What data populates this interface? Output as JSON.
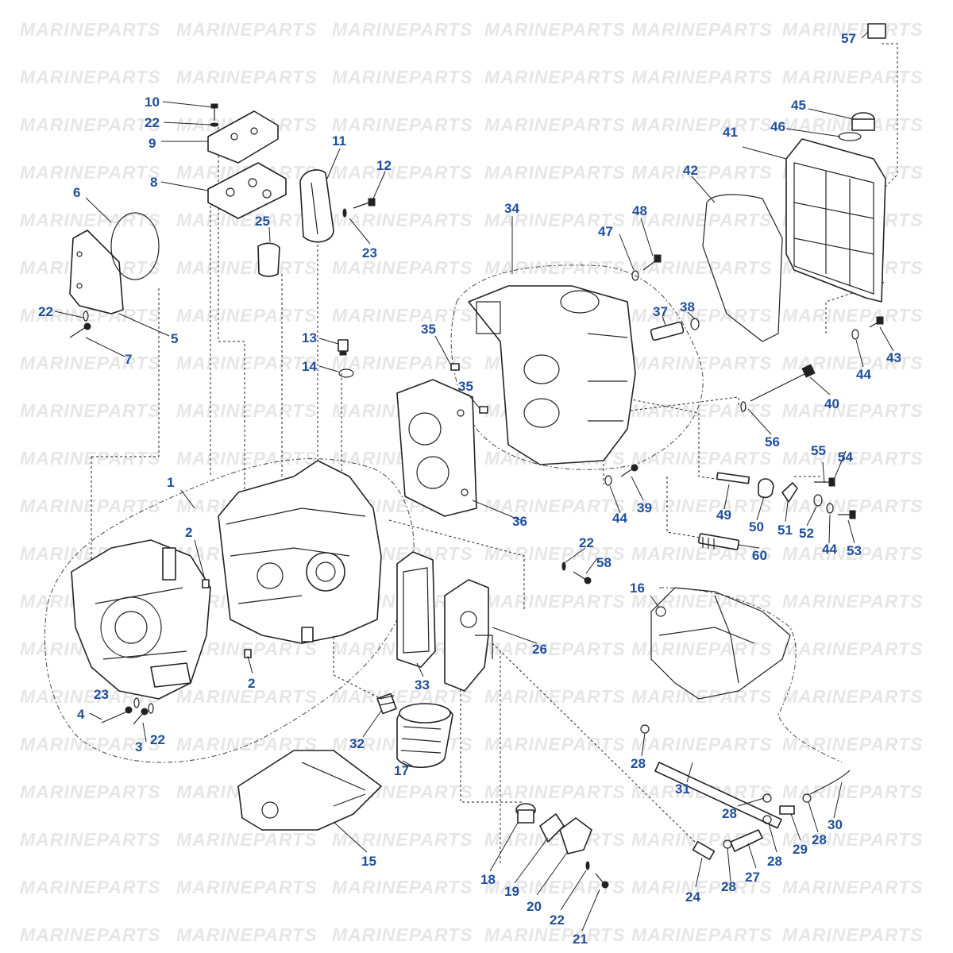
{
  "watermark": {
    "text": "MARINEPARTS"
  },
  "callouts": {
    "c1": "1",
    "c2a": "2",
    "c2b": "2",
    "c3": "3",
    "c4": "4",
    "c5": "5",
    "c6": "6",
    "c7": "7",
    "c8": "8",
    "c9": "9",
    "c10": "10",
    "c11": "11",
    "c12": "12",
    "c13": "13",
    "c14": "14",
    "c15": "15",
    "c16": "16",
    "c17": "17",
    "c18": "18",
    "c19": "19",
    "c20": "20",
    "c21": "21",
    "c22a": "22",
    "c22b": "22",
    "c22c": "22",
    "c22d": "22",
    "c22e": "22",
    "c23a": "23",
    "c23b": "23",
    "c24": "24",
    "c25": "25",
    "c26": "26",
    "c27": "27",
    "c28a": "28",
    "c28b": "28",
    "c28c": "28",
    "c28d": "28",
    "c28e": "28",
    "c29": "29",
    "c30": "30",
    "c31": "31",
    "c32": "32",
    "c33": "33",
    "c34": "34",
    "c35a": "35",
    "c35b": "35",
    "c36": "36",
    "c37": "37",
    "c38": "38",
    "c39": "39",
    "c40": "40",
    "c41": "41",
    "c42": "42",
    "c43": "43",
    "c44a": "44",
    "c44b": "44",
    "c44c": "44",
    "c45": "45",
    "c46": "46",
    "c47": "47",
    "c48": "48",
    "c49": "49",
    "c50": "50",
    "c51": "51",
    "c52": "52",
    "c53": "53",
    "c54": "54",
    "c55": "55",
    "c56": "56",
    "c57": "57",
    "c58": "58",
    "c60": "60"
  },
  "colors": {
    "callout": "#1f4e9a",
    "line": "#222222",
    "watermark": "#e6e6e6"
  }
}
